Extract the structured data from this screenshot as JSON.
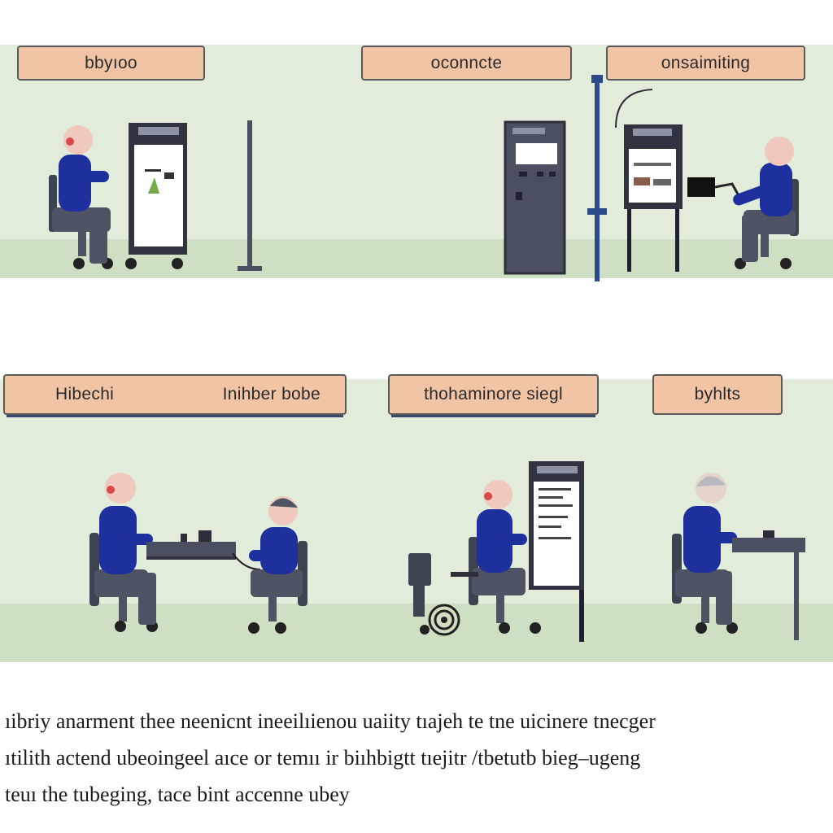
{
  "labels": {
    "top_left": "bbyıoo",
    "top_middle": "oconncte",
    "top_right": "onsaimiting",
    "bottom_left_a": "Hibechi",
    "bottom_left_b": "Inihber bobe",
    "bottom_middle": "thohaminore siegl",
    "bottom_right": "byhlts"
  },
  "caption": {
    "line1": "ıibriy anarment thee neenicnt ineeilıienou uaiity tıajeh te tne uicinere tnecger",
    "line2": "ıtilith actend ubeoingeel aıce or temıı ir biıhbigtt tıejitr /tbetutb bieg–ugeng",
    "line3": "teuı the tubeging,  tace bint accenne ubey"
  },
  "colors": {
    "panel_bg": "#e1ecdb",
    "floor": "#cfdfc3",
    "label_fill": "#f2c4a6",
    "shirt": "#1e2f9e",
    "chair": "#4e5464",
    "machine": "#4a5060",
    "skin": "#f0c8bd"
  }
}
